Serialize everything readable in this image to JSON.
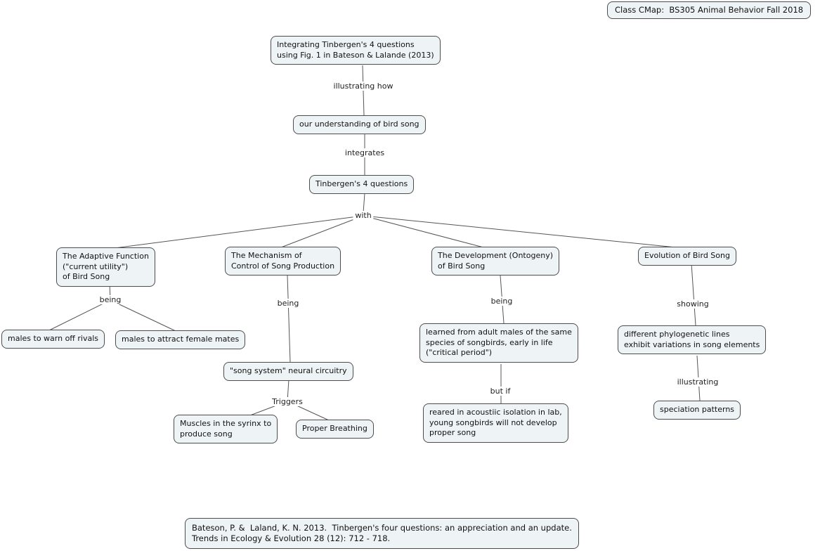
{
  "colors": {
    "background": "#ffffff",
    "node_fill": "#eef3f5",
    "node_border": "#4d4d4d",
    "line": "#555555",
    "text": "#111111"
  },
  "header": {
    "class_title": "Class CMap:  BS305 Animal Behavior Fall 2018"
  },
  "nodes": {
    "integrating": {
      "label": "Integrating Tinbergen's 4 questions\nusing Fig. 1 in Bateson & Lalande (2013)"
    },
    "understanding": {
      "label": "our understanding of bird song"
    },
    "tinbergen": {
      "label": "Tinbergen's 4 questions"
    },
    "adaptive": {
      "label": "The Adaptive Function\n(\"current utility\")\nof Bird Song"
    },
    "mechanism": {
      "label": "The Mechanism of\nControl of Song Production"
    },
    "development": {
      "label": "The Development (Ontogeny)\nof Bird Song"
    },
    "evolution": {
      "label": "Evolution of Bird Song"
    },
    "warn": {
      "label": "males to warn off rivals"
    },
    "attract": {
      "label": "males to attract female mates"
    },
    "song_system": {
      "label": "\"song system\" neural circuitry"
    },
    "muscles": {
      "label": "Muscles in the syrinx to\nproduce song"
    },
    "breathing": {
      "label": "Proper Breathing"
    },
    "learned": {
      "label": "learned from adult males of the same\nspecies of songbirds, early in life\n(\"critical period\")"
    },
    "reared": {
      "label": "reared in acoustiic isolation in lab,\nyoung songbirds will not develop\nproper song"
    },
    "phylo": {
      "label": "different phylogenetic lines\nexhibit variations in song elements"
    },
    "speciation": {
      "label": "speciation patterns"
    }
  },
  "edge_labels": {
    "illustrating_how": "illustrating how",
    "integrates": "integrates",
    "with": "with",
    "being_adaptive": "being",
    "being_mechanism": "being",
    "being_development": "being",
    "showing": "showing",
    "triggers": "Triggers",
    "but_if": "but if",
    "illustrating": "illustrating"
  },
  "citation": {
    "label": "Bateson, P. &  Laland, K. N. 2013.  Tinbergen's four questions: an appreciation and an update.\nTrends in Ecology & Evolution 28 (12): 712 - 718."
  }
}
